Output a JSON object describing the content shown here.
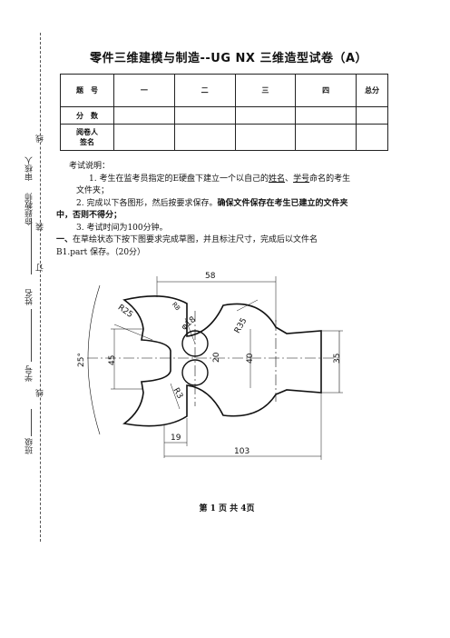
{
  "binding": {
    "class_label": "班级",
    "seal_1": "线",
    "id_label": "学号",
    "seal_2": "订",
    "name_label": "姓名",
    "seal_3": "装",
    "proposer_label": "命题教师",
    "reviewer_label": "审核人",
    "seal_4": "线"
  },
  "exam": {
    "title": "零件三维建模与制造--UG NX 三维造型试卷（A）"
  },
  "score_table": {
    "headers": [
      "题　号",
      "一",
      "二",
      "三",
      "四",
      "总分"
    ],
    "row_score": "分　数",
    "row_grader_line1": "阅卷人",
    "row_grader_line2": "签名"
  },
  "instructions": {
    "heading": "考试说明：",
    "item1_a": "1. 考生在监考员指定的E硬盘下建立一个以自己的",
    "item1_name": "姓名",
    "item1_sep": "、",
    "item1_id": "学号",
    "item1_b": "命名的考生",
    "item1_c": "文件夹；",
    "item2_a": "2. 完成以下各图形，然后按要求保存。",
    "item2_bold_a": "确保文件保存在考生已建立的文件夹",
    "item2_bold_b": "中，否则不得分；",
    "item3": "3. 考试时间为100分钟。",
    "q1_prefix": "一、",
    "q1_a": "在草绘状态下按下图要求完成草图，并且标注尺寸，完成后以文件名",
    "q1_b": "B1.part 保存。（20分）"
  },
  "drawing_dims": {
    "d58": "58",
    "r25": "R25",
    "r35": "R35",
    "r8": "R8",
    "phi18": "φ18",
    "d20": "20",
    "d40": "40",
    "d45": "45",
    "angle25": "25°",
    "r3": "R3",
    "d35": "35",
    "d19": "19",
    "d103": "103"
  },
  "footer": {
    "page_label": "第 1 页 共 4页"
  }
}
